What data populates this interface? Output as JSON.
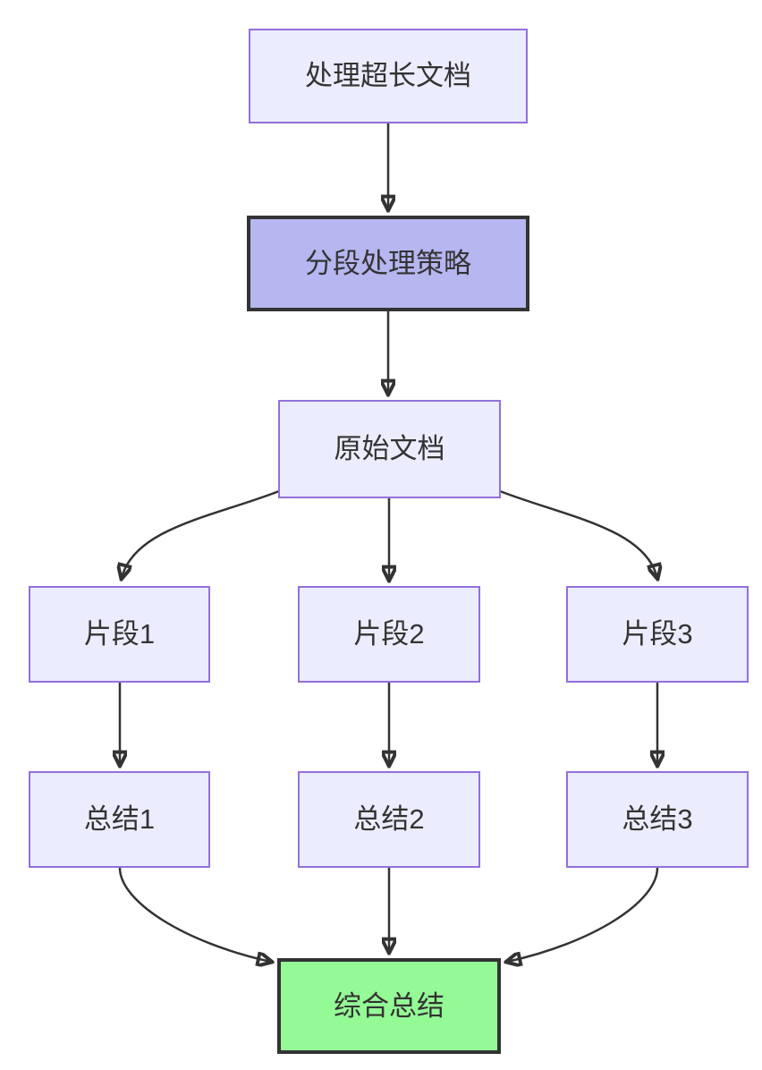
{
  "diagram": {
    "type": "flowchart",
    "direction": "top-down",
    "nodes": [
      {
        "id": "A",
        "label": "处理超长文档",
        "style": "default"
      },
      {
        "id": "B",
        "label": "分段处理策略",
        "style": "emphasis-purple"
      },
      {
        "id": "C",
        "label": "原始文档",
        "style": "default"
      },
      {
        "id": "D",
        "label": "片段1",
        "style": "default"
      },
      {
        "id": "E",
        "label": "片段2",
        "style": "default"
      },
      {
        "id": "F",
        "label": "片段3",
        "style": "default"
      },
      {
        "id": "G",
        "label": "总结1",
        "style": "default"
      },
      {
        "id": "H",
        "label": "总结2",
        "style": "default"
      },
      {
        "id": "I",
        "label": "总结3",
        "style": "default"
      },
      {
        "id": "J",
        "label": "综合总结",
        "style": "emphasis-green"
      }
    ],
    "edges": [
      {
        "from": "处理超长文档",
        "to": "分段处理策略"
      },
      {
        "from": "分段处理策略",
        "to": "原始文档"
      },
      {
        "from": "原始文档",
        "to": "片段1"
      },
      {
        "from": "原始文档",
        "to": "片段2"
      },
      {
        "from": "原始文档",
        "to": "片段3"
      },
      {
        "from": "片段1",
        "to": "总结1"
      },
      {
        "from": "片段2",
        "to": "总结2"
      },
      {
        "from": "片段3",
        "to": "总结3"
      },
      {
        "from": "总结1",
        "to": "综合总结"
      },
      {
        "from": "总结2",
        "to": "综合总结"
      },
      {
        "from": "总结3",
        "to": "综合总结"
      }
    ],
    "colors": {
      "node_fill": "#ECECFF",
      "node_border": "#9370DB",
      "emphasis_fill": "#B6B6F0",
      "emphasis_border": "#333333",
      "result_fill": "#94FA96",
      "result_border": "#333333",
      "edge": "#333333",
      "text": "#333333",
      "background": "#FFFFFF"
    }
  }
}
